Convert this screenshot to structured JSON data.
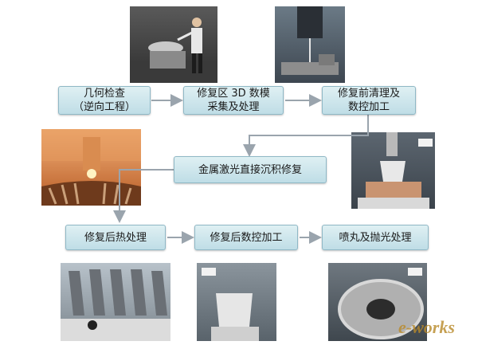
{
  "steps": {
    "s1": {
      "line1": "几何检查",
      "line2": "（逆向工程）"
    },
    "s2": {
      "line1": "修复区 3D 数模",
      "line2": "采集及处理"
    },
    "s3": {
      "line1": "修复前清理及",
      "line2": "数控加工"
    },
    "s4": {
      "label": "金属激光直接沉积修复"
    },
    "s5": {
      "label": "修复后热处理"
    },
    "s6": {
      "label": "修复后数控加工"
    },
    "s7": {
      "label": "喷丸及抛光处理"
    }
  },
  "watermark": {
    "text": "e-works"
  },
  "colors": {
    "box_top": "#dff0f3",
    "box_bottom": "#bfdde6",
    "arrow": "#9aa4ad"
  }
}
